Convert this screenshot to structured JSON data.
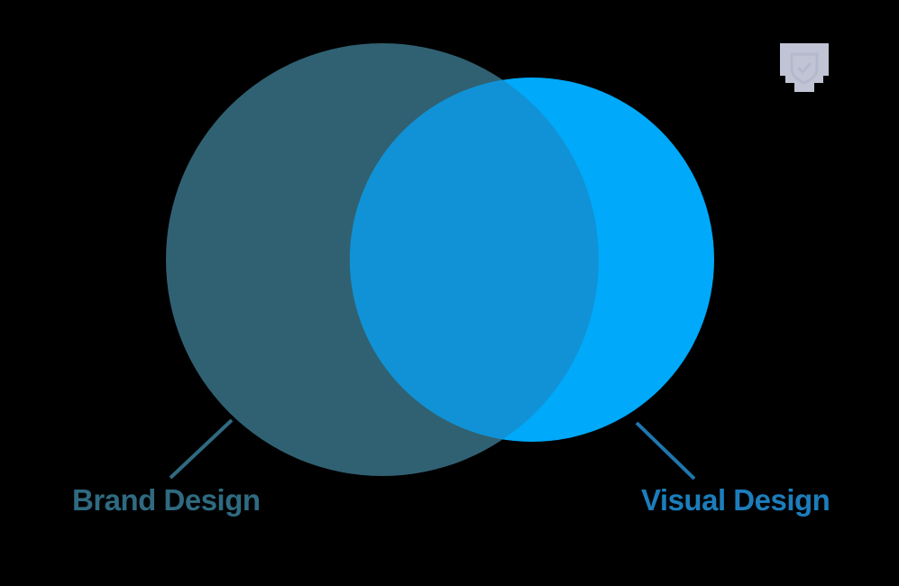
{
  "diagram": {
    "type": "venn",
    "sets": [
      {
        "id": "brand",
        "label": "Brand Design",
        "color": "#306172",
        "label_color": "#2F6A80",
        "leader_color": "#2F6A80"
      },
      {
        "id": "visual",
        "label": "Visual Design",
        "color": "#00A9FA",
        "label_color": "#1C7DBC",
        "leader_color": "#1F76AE"
      }
    ],
    "overlap_color": "#1192D6",
    "background": "#000000"
  },
  "badge": {
    "icon": "shield-check-icon",
    "color": "#C0C4D4"
  }
}
